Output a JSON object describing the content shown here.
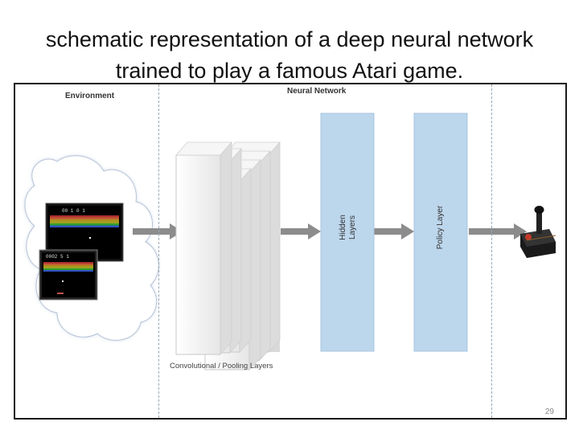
{
  "title": "schematic representation of a deep neural network trained to play a famous Atari game.",
  "diagram": {
    "environment_label": "Environment",
    "network_label": "Neural Network",
    "conv_label": "Convolutional / Pooling Layers",
    "hidden_label_line1": "Hidden",
    "hidden_label_line2": "Layers",
    "policy_label": "Policy Layer",
    "game_score_1": "00 1 0 1",
    "game_score_2": "0002 5 1",
    "colors": {
      "layer_blue": "#bcd6ec",
      "arrow_gray": "#8c8c8c",
      "divider": "#9aa7b4"
    },
    "icons": [
      "cloud-icon",
      "atari-screen-icon",
      "joystick-icon",
      "arrow-icon"
    ]
  },
  "page_number": "29"
}
